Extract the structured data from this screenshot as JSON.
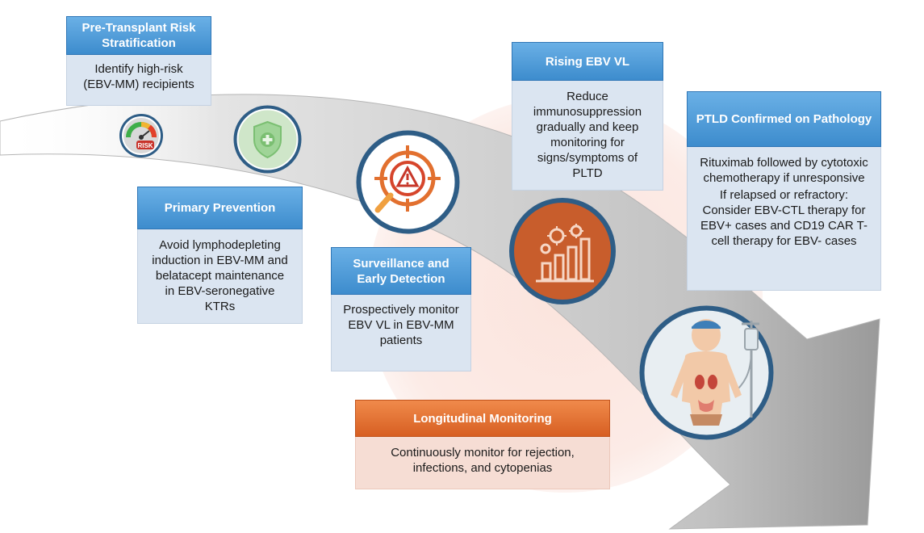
{
  "steps": {
    "pre_transplant": {
      "title": "Pre-Transplant Risk Stratification",
      "body": "Identify high-risk (EBV-MM) recipients",
      "icon": "risk-gauge-icon"
    },
    "primary_prevention": {
      "title": "Primary Prevention",
      "body": "Avoid lymphodepleting induction in EBV-MM and belatacept maintenance in EBV-seronegative KTRs",
      "icon": "shield-icon"
    },
    "surveillance": {
      "title": "Surveillance and Early Detection",
      "body": "Prospectively monitor EBV VL in EBV-MM patients",
      "icon": "target-alert-icon"
    },
    "rising_vl": {
      "title": "Rising EBV VL",
      "body": "Reduce immunosuppression gradually and keep monitoring for signs/symptoms of PLTD",
      "icon": "virus-chart-icon"
    },
    "ptld_confirmed": {
      "title": "PTLD Confirmed on Pathology",
      "body_1": "Rituximab followed by cytotoxic chemotherapy if unresponsive",
      "body_2": "If relapsed or refractory: Consider EBV-CTL therapy for EBV+ cases and CD19 CAR T-cell therapy for EBV- cases",
      "icon": "patient-iv-icon"
    },
    "longitudinal": {
      "title": "Longitudinal Monitoring",
      "body": "Continuously monitor for rejection, infections, and cytopenias"
    }
  },
  "icon_label_risk": "RISK",
  "colors": {
    "blue_header": "#3d8ccd",
    "orange_header": "#d75f22",
    "blue_body": "#dbe5f1",
    "peach_body": "#f6ddd4",
    "arrow": "#c8c8c8",
    "circle_bg": "#fbe8e3"
  }
}
